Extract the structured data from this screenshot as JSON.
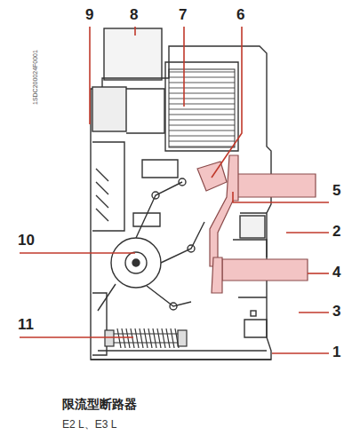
{
  "diagram": {
    "title": "限流型断路器",
    "caption": "E2 L、E3 L",
    "labels": [
      "9",
      "8",
      "7",
      "6",
      "5",
      "2",
      "4",
      "3",
      "1",
      "10",
      "11",
      "1SDC200024F0001"
    ]
  }
}
